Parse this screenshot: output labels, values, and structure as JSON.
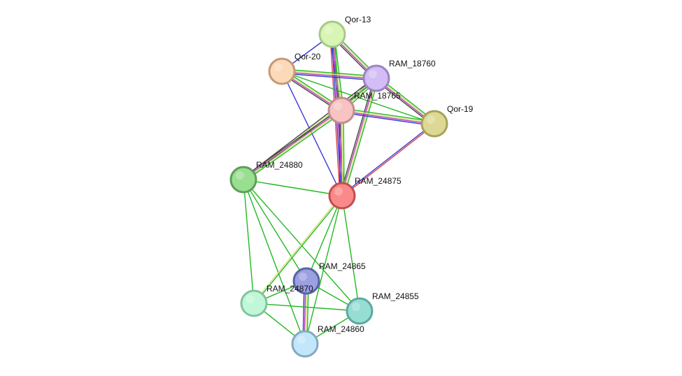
{
  "network": {
    "nodes": [
      {
        "id": "qor13",
        "label": "Qor-13",
        "fill": "#d9f5b5",
        "stroke": "#a6c98a"
      },
      {
        "id": "qor20",
        "label": "Qor-20",
        "fill": "#fcd9b8",
        "stroke": "#c49a75"
      },
      {
        "id": "ram18760",
        "label": "RAM_18760",
        "fill": "#d2bdf5",
        "stroke": "#9a83c7"
      },
      {
        "id": "ram18765",
        "label": "RAM_18765",
        "fill": "#f7c3c3",
        "stroke": "#c48c8c"
      },
      {
        "id": "qor19",
        "label": "Qor-19",
        "fill": "#ddd994",
        "stroke": "#a6a25c"
      },
      {
        "id": "ram24880",
        "label": "RAM_24880",
        "fill": "#9ade92",
        "stroke": "#5e9e56"
      },
      {
        "id": "ram24875",
        "label": "RAM_24875",
        "fill": "#fa8a8a",
        "stroke": "#c24d4d"
      },
      {
        "id": "ram24865",
        "label": "RAM_24865",
        "fill": "#9aa0e0",
        "stroke": "#5a62a8"
      },
      {
        "id": "ram24870",
        "label": "RAM_24870",
        "fill": "#c0f7d8",
        "stroke": "#86c29e"
      },
      {
        "id": "ram24855",
        "label": "RAM_24855",
        "fill": "#96ddd3",
        "stroke": "#5ea89e"
      },
      {
        "id": "ram24860",
        "label": "RAM_24860",
        "fill": "#c2e6fa",
        "stroke": "#86a9c2"
      }
    ],
    "edges": [
      {
        "from": "qor13",
        "to": "qor20",
        "colors": [
          "#3a3ad6"
        ]
      },
      {
        "from": "qor13",
        "to": "ram18760",
        "colors": [
          "#22b822",
          "#d7e07a",
          "#b83ab8",
          "#444444"
        ]
      },
      {
        "from": "qor13",
        "to": "ram18765",
        "colors": [
          "#22b822",
          "#d7e07a",
          "#b83ab8",
          "#3a3ad6"
        ]
      },
      {
        "from": "qor13",
        "to": "ram24875",
        "colors": [
          "#22b822",
          "#b83ab8",
          "#3a3ad6",
          "#d94040"
        ]
      },
      {
        "from": "qor20",
        "to": "ram18760",
        "colors": [
          "#22b822",
          "#d7e07a",
          "#b83ab8",
          "#3a3ad6"
        ]
      },
      {
        "from": "qor20",
        "to": "ram18765",
        "colors": [
          "#22b822",
          "#d7e07a",
          "#b83ab8",
          "#444444"
        ]
      },
      {
        "from": "qor20",
        "to": "qor19",
        "colors": [
          "#22b822"
        ]
      },
      {
        "from": "qor20",
        "to": "ram24875",
        "colors": [
          "#3a3ad6"
        ]
      },
      {
        "from": "ram18760",
        "to": "ram18765",
        "colors": [
          "#22b822",
          "#d7e07a",
          "#b83ab8",
          "#3a3ad6"
        ]
      },
      {
        "from": "ram18760",
        "to": "qor19",
        "colors": [
          "#22b822",
          "#d7e07a",
          "#b83ab8",
          "#444444"
        ]
      },
      {
        "from": "ram18760",
        "to": "ram24880",
        "colors": [
          "#22b822",
          "#d7e07a",
          "#444444"
        ]
      },
      {
        "from": "ram18760",
        "to": "ram24875",
        "colors": [
          "#22b822",
          "#d7e07a",
          "#b83ab8",
          "#444444"
        ]
      },
      {
        "from": "ram18765",
        "to": "qor19",
        "colors": [
          "#22b822",
          "#d7e07a",
          "#b83ab8",
          "#3a3ad6"
        ]
      },
      {
        "from": "ram18765",
        "to": "ram24880",
        "colors": [
          "#22b822",
          "#d7e07a",
          "#b83ab8",
          "#444444"
        ]
      },
      {
        "from": "ram18765",
        "to": "ram24875",
        "colors": [
          "#22b822",
          "#d7e07a",
          "#b83ab8",
          "#3a3ad6"
        ]
      },
      {
        "from": "qor19",
        "to": "ram24875",
        "colors": [
          "#d94040",
          "#3a3ad6"
        ]
      },
      {
        "from": "ram24880",
        "to": "ram24875",
        "colors": [
          "#22b822"
        ]
      },
      {
        "from": "ram24880",
        "to": "ram24870",
        "colors": [
          "#22b822"
        ]
      },
      {
        "from": "ram24880",
        "to": "ram24865",
        "colors": [
          "#22b822"
        ]
      },
      {
        "from": "ram24880",
        "to": "ram24855",
        "colors": [
          "#22b822"
        ]
      },
      {
        "from": "ram24880",
        "to": "ram24860",
        "colors": [
          "#22b822"
        ]
      },
      {
        "from": "ram24875",
        "to": "ram24865",
        "colors": [
          "#22b822"
        ]
      },
      {
        "from": "ram24875",
        "to": "ram24870",
        "colors": [
          "#22b822",
          "#d7e07a"
        ]
      },
      {
        "from": "ram24875",
        "to": "ram24855",
        "colors": [
          "#22b822"
        ]
      },
      {
        "from": "ram24875",
        "to": "ram24860",
        "colors": [
          "#22b822"
        ]
      },
      {
        "from": "ram24865",
        "to": "ram24870",
        "colors": [
          "#22b822"
        ]
      },
      {
        "from": "ram24865",
        "to": "ram24855",
        "colors": [
          "#22b822"
        ]
      },
      {
        "from": "ram24865",
        "to": "ram24860",
        "colors": [
          "#22b822",
          "#d7e07a",
          "#b83ab8",
          "#3a3ad6"
        ]
      },
      {
        "from": "ram24870",
        "to": "ram24855",
        "colors": [
          "#22b822"
        ]
      },
      {
        "from": "ram24870",
        "to": "ram24860",
        "colors": [
          "#22b822"
        ]
      },
      {
        "from": "ram24855",
        "to": "ram24860",
        "colors": [
          "#22b822"
        ]
      }
    ]
  }
}
